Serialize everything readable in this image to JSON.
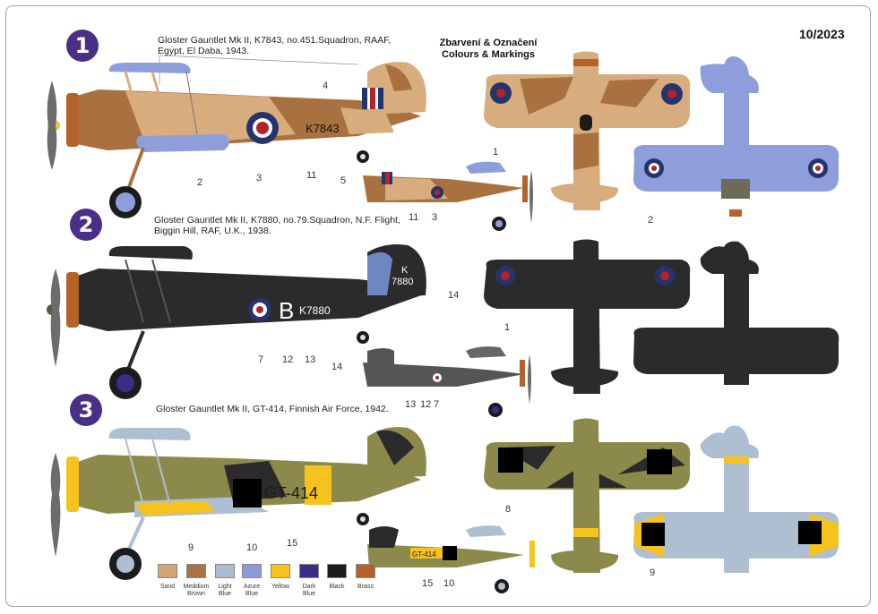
{
  "header": {
    "title_cz": "Zbarvení & Označení",
    "title_en": "Colours & Markings",
    "date": "10/2023"
  },
  "schemes": [
    {
      "number": "1",
      "caption_line1": "Gloster Gauntlet Mk II, K7843, no.451.Squadron, RAAF,",
      "caption_line2": "Egypt, El Daba, 1943.",
      "serial": "K7843"
    },
    {
      "number": "2",
      "caption_line1": "Gloster Gauntlet Mk II, K7880, no.79.Squadron, N.F. Flight,",
      "caption_line2": "Biggin Hill, RAF, U.K., 1938.",
      "serial": "K7880",
      "code_letter": "B",
      "fin_serial_line1": "K",
      "fin_serial_line2": "7880"
    },
    {
      "number": "3",
      "caption_line1": "Gloster Gauntlet Mk II, GT-414, Finnish Air Force, 1942.",
      "caption_line2": "",
      "serial": "GT-414"
    }
  ],
  "callouts": {
    "s1": [
      "4",
      "2",
      "3",
      "11",
      "1",
      "5",
      "11",
      "3",
      "2"
    ],
    "s2": [
      "14",
      "7",
      "12",
      "13",
      "1",
      "14",
      "13",
      "12",
      "7"
    ],
    "s3": [
      "9",
      "10",
      "15",
      "8",
      "15",
      "10",
      "9"
    ]
  },
  "legend": [
    {
      "label1": "Sand",
      "label2": "",
      "color": "#d2a677"
    },
    {
      "label1": "Meddium",
      "label2": "Brown",
      "color": "#a8724a"
    },
    {
      "label1": "Light",
      "label2": "Blue",
      "color": "#a9bcd1"
    },
    {
      "label1": "Azure",
      "label2": "Blue",
      "color": "#8a9bd8"
    },
    {
      "label1": "Yellow",
      "label2": "",
      "color": "#f7c31a"
    },
    {
      "label1": "Dark",
      "label2": "Blue",
      "color": "#3b2d86"
    },
    {
      "label1": "Black",
      "label2": "",
      "color": "#1c1c1c"
    },
    {
      "label1": "Brass",
      "label2": "",
      "color": "#b5622a"
    }
  ],
  "colors": {
    "sand": "#d7ad7e",
    "brown": "#a9713f",
    "azure": "#8d9edb",
    "black": "#2b2b2b",
    "olive": "#8c8a4a",
    "yellow": "#f6c21d",
    "lightblue": "#aebfd2",
    "roundel_red": "#b3242a",
    "roundel_blue": "#24356e",
    "purple": "#4a2f86"
  }
}
